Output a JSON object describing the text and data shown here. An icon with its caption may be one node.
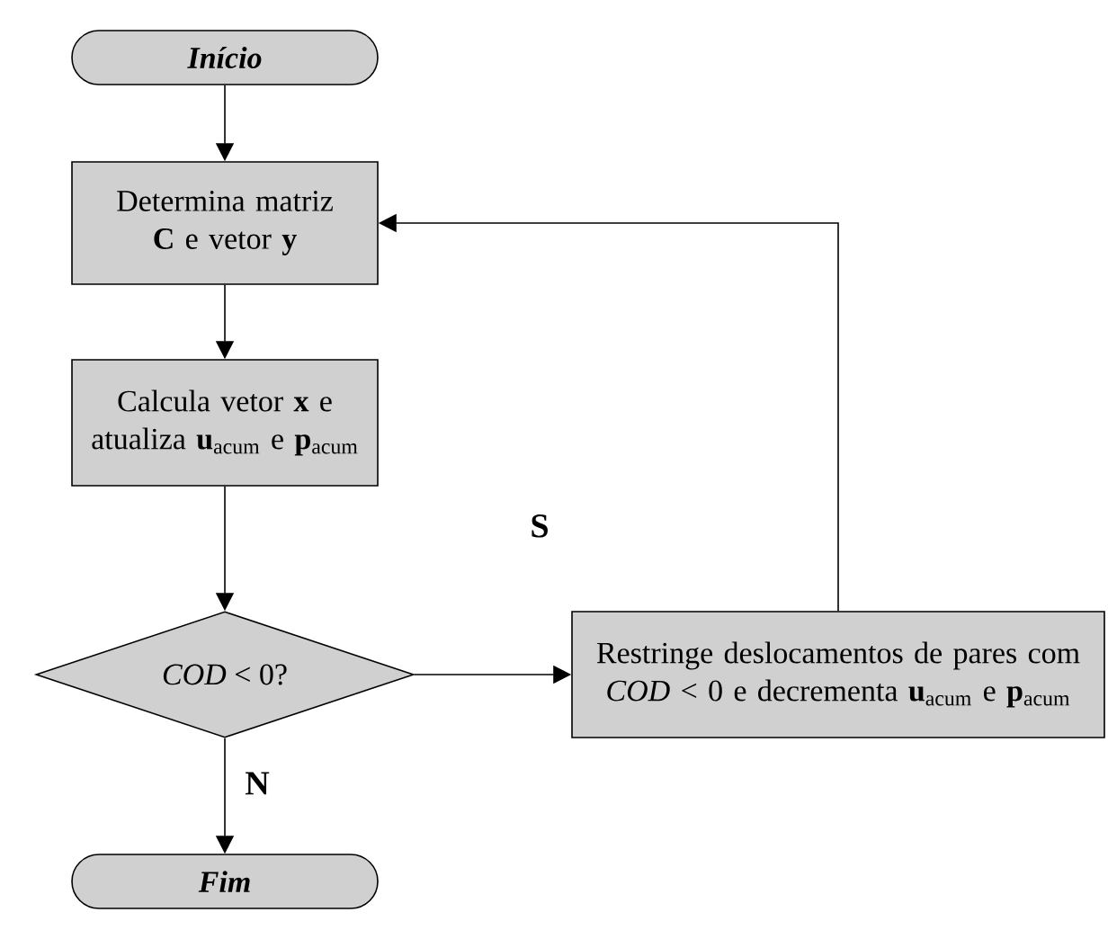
{
  "diagram": {
    "nodes": [
      {
        "text": [
          "Início"
        ]
      },
      {
        "text": [
          "Determina matriz **C** e vetor **y**"
        ]
      },
      {
        "text": [
          "Calcula vetor **x** e atualiza **u**$_{acum}$ e **p**$_{acum}$"
        ]
      },
      {
        "text": [
          "*COD* < 0?"
        ]
      },
      {
        "text": [
          "Restringe deslocamentos de pares com *COD* < 0 e decrementa **u**$_{acum}$ e **p**$_{acum}$"
        ]
      },
      {
        "text": [
          "Fim"
        ]
      }
    ],
    "edges": [
      {
        "from": 0,
        "to": 1,
        "arrow": "to"
      },
      {
        "from": 1,
        "to": 2,
        "arrow": "to"
      },
      {
        "from": 2,
        "to": 3,
        "arrow": "to"
      },
      {
        "from": 3,
        "to": 4,
        "arrow": "to",
        "label": "S"
      },
      {
        "from": 4,
        "to": 1,
        "arrow": "to"
      },
      {
        "from": 3,
        "to": 5,
        "arrow": "to",
        "label": "N"
      }
    ]
  }
}
